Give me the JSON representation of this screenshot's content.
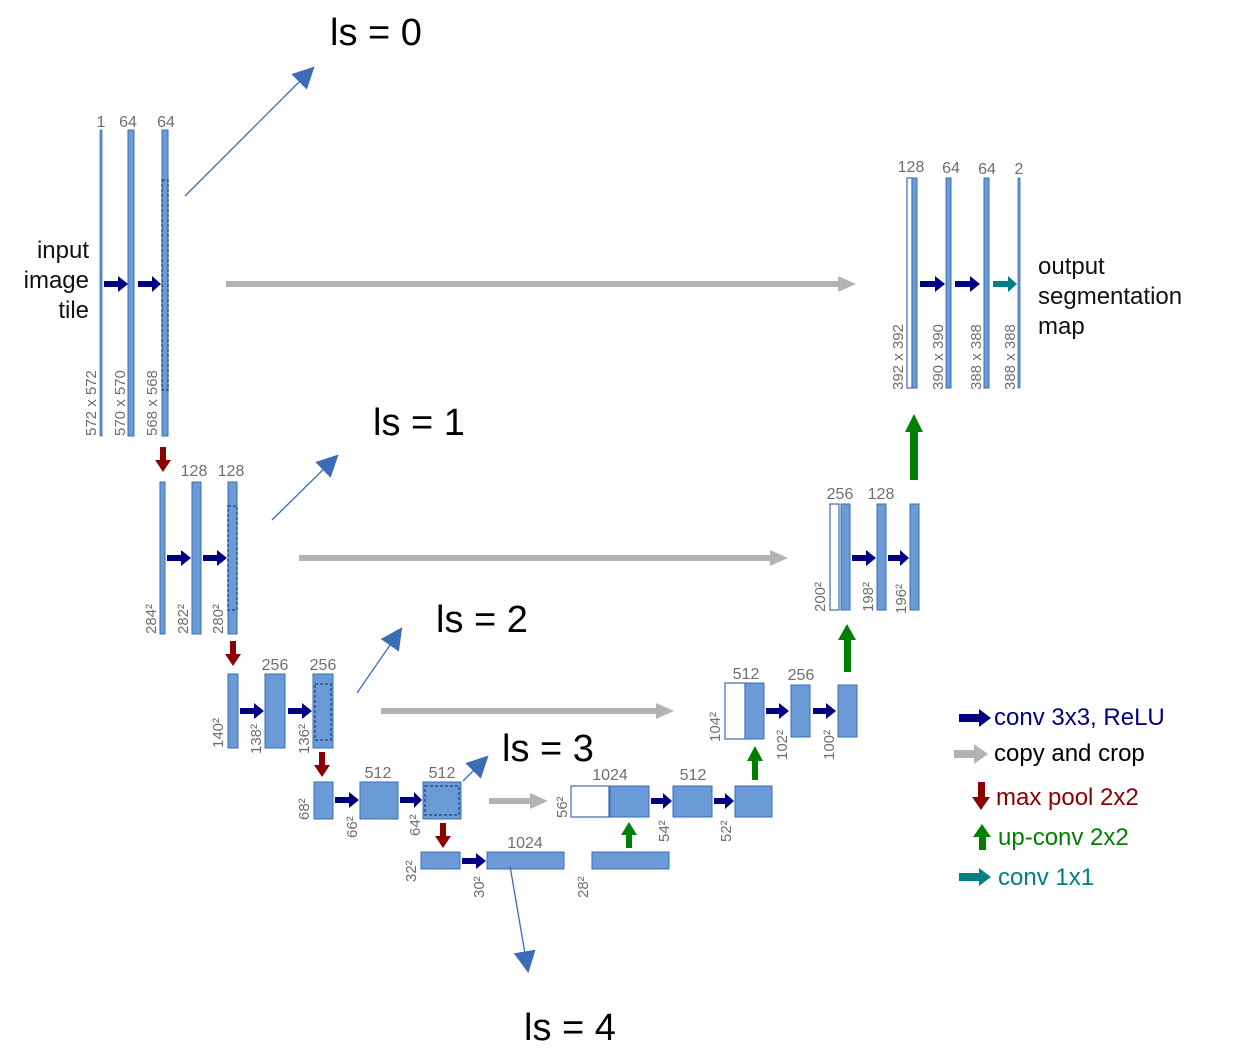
{
  "input_label": [
    "input",
    "image",
    "tile"
  ],
  "output_label": [
    "output",
    "segmentation",
    "map"
  ],
  "ls_labels": [
    "ls = 0",
    "ls = 1",
    "ls = 2",
    "ls = 3",
    "ls = 4"
  ],
  "channels": {
    "l0": [
      "1",
      "64",
      "64"
    ],
    "l1": [
      "128",
      "128"
    ],
    "l2": [
      "256",
      "256"
    ],
    "l3": [
      "512",
      "512"
    ],
    "l4": [
      "1024"
    ],
    "u3": [
      "1024",
      "512"
    ],
    "u2": [
      "512",
      "256"
    ],
    "u1": [
      "256",
      "128"
    ],
    "u0": [
      "128",
      "64",
      "64",
      "2"
    ]
  },
  "sizes": {
    "l0": [
      "572 x 572",
      "570 x 570",
      "568 x 568"
    ],
    "l1": [
      "284²",
      "282²",
      "280²"
    ],
    "l2": [
      "140²",
      "138²",
      "136²"
    ],
    "l3": [
      "68²",
      "66²",
      "64²"
    ],
    "l4": [
      "32²",
      "30²",
      "28²"
    ],
    "u3": [
      "56²",
      "54²",
      "52²"
    ],
    "u2": [
      "104²",
      "102²",
      "100²"
    ],
    "u1": [
      "200²",
      "198²",
      "196²"
    ],
    "u0": [
      "392 x 392",
      "390 x 390",
      "388 x 388",
      "388 x 388"
    ]
  },
  "legend": [
    {
      "label": "conv 3x3, ReLU",
      "color": "#000080",
      "icon": "right-arrow-icon"
    },
    {
      "label": "copy and crop",
      "color": "#b3b3b3",
      "icon": "right-arrow-icon"
    },
    {
      "label": "max pool 2x2",
      "color": "#8b0000",
      "icon": "down-arrow-icon"
    },
    {
      "label": "up-conv 2x2",
      "color": "#008000",
      "icon": "up-arrow-icon"
    },
    {
      "label": "conv 1x1",
      "color": "#008080",
      "icon": "right-arrow-icon"
    }
  ],
  "colors": {
    "feature_map": "#6b9bd6",
    "conv": "#000080",
    "copy_crop": "#b3b3b3",
    "max_pool": "#8b0000",
    "up_conv": "#008000",
    "conv1x1": "#008080",
    "ls_arrow": "#3a6db5"
  }
}
